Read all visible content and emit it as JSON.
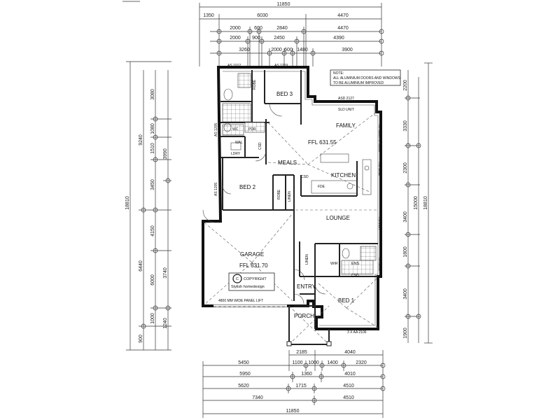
{
  "top_dimensions": {
    "row1": [
      "11850"
    ],
    "row2": [
      "1350",
      "6030",
      "4470"
    ],
    "row3": [
      "2000",
      "600",
      "2840",
      "4470"
    ],
    "row4": [
      "2000",
      "900",
      "2450",
      "4390"
    ],
    "row5": [
      "3260",
      "2000",
      "600",
      "1480",
      "3900"
    ]
  },
  "bottom_dimensions": {
    "row1": [
      "2185",
      "4040"
    ],
    "row2": [
      "5450",
      "1100",
      "1000",
      "1400",
      "2320"
    ],
    "row3": [
      "5950",
      "1360",
      "4010"
    ],
    "row4": [
      "5620",
      "1715",
      "4510"
    ],
    "row5": [
      "7340",
      "4510"
    ],
    "row6": [
      "11850"
    ]
  },
  "left_dimensions": {
    "col1": [
      "18810"
    ],
    "col2": [
      "9240",
      "6440",
      "900"
    ],
    "col3": [
      "3080",
      "1080",
      "1510",
      "3450",
      "4150",
      "6000",
      "1000"
    ],
    "col4": [
      "3990",
      "3740",
      "1240"
    ]
  },
  "right_dimensions": {
    "col1": [
      "18810"
    ],
    "col2": [
      "15000"
    ],
    "col3": [
      "2200",
      "3330",
      "2300",
      "3400",
      "1800",
      "3400",
      "1900"
    ]
  },
  "rooms": {
    "bed3": "BED 3",
    "robe_top": "ROBE",
    "family": "FAMILY",
    "ffl_main": "FFL 631.55",
    "meals": "MEALS",
    "kitchen": "KITCHEN",
    "bed2": "BED 2",
    "robe_mid": "ROBE",
    "linen": "LINEN",
    "lounge": "LOUNGE",
    "garage": "GARAGE",
    "ffl_garage": "FFL 631.70",
    "entry": "ENTRY",
    "porch": "PORCH",
    "bed1": "BED 1",
    "ens": "ENS",
    "wir": "WIR",
    "linen_b": "LINEN",
    "wc": "WC",
    "ldry": "LDRY",
    "pdr": "PDR",
    "csd1": "CSD",
    "csd2": "CSD",
    "csd3": "CSD",
    "fde": "FDE",
    "wal": "WAL"
  },
  "notes": {
    "line1": "NOTE:",
    "line2": "ALL ALUMINIUM DOORS AND WINDOWS",
    "line3": "TO BE ALUMINIUM IMPROVED"
  },
  "window_labels": {
    "as1012": "AS 1012",
    "as1219": "AS 1219",
    "asd2127": "ASD 2127",
    "sld_unit": "SLD UNIT",
    "aa1210": "AA 1210",
    "aa1808": "AA 1808",
    "as1212": "AS 1212",
    "as1205": "AS 1205",
    "as2107": "AS 2107",
    "aa1005": "AA 1005",
    "aa2106": "3 X AA 2106",
    "garage_door": "4800 MM WIDE PANEL LIFT"
  },
  "copyright": {
    "symbol": "C",
    "title": "COPYRIGHT",
    "company": "Stylish homedesign"
  }
}
